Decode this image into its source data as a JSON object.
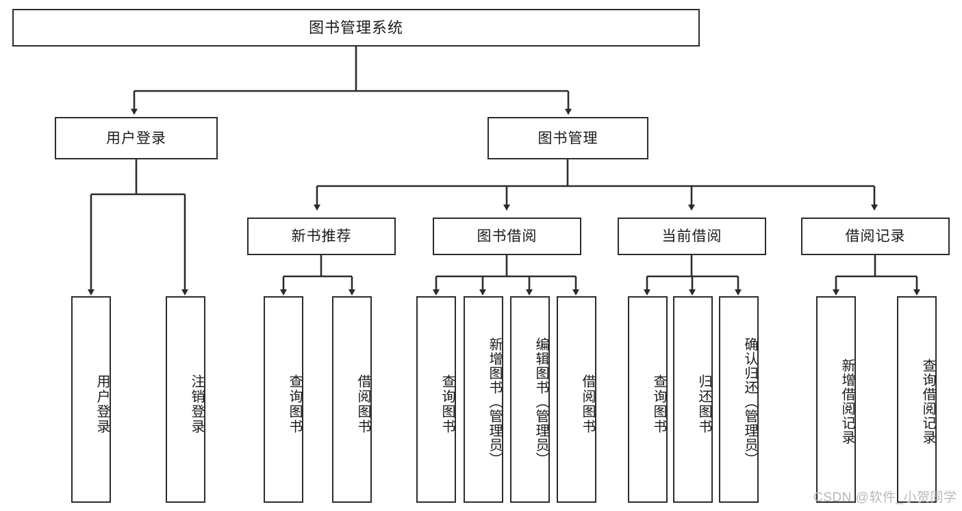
{
  "diagram": {
    "type": "tree",
    "title": "图书管理系统",
    "watermark": "CSDN @软件_小贺同学",
    "colors": {
      "background": "#ffffff",
      "box_border": "#2b2b2b",
      "box_fill": "#ffffff",
      "edge": "#2b2b2b",
      "text": "#1a1a1a",
      "watermark": "#b8b8b8"
    },
    "root": {
      "label": "图书管理系统"
    },
    "level2": [
      {
        "label": "用户登录"
      },
      {
        "label": "图书管理"
      }
    ],
    "level3": [
      {
        "label": "新书推荐"
      },
      {
        "label": "图书借阅"
      },
      {
        "label": "当前借阅"
      },
      {
        "label": "借阅记录"
      }
    ],
    "leaves": {
      "user_login": [
        {
          "label": "用户登录"
        },
        {
          "label": "注销登录"
        }
      ],
      "new_book": [
        {
          "label": "查询图书"
        },
        {
          "label": "借阅图书"
        }
      ],
      "borrow": [
        {
          "label": "查询图书"
        },
        {
          "label": "新增图书（管理员）"
        },
        {
          "label": "编辑图书（管理员）"
        },
        {
          "label": "借阅图书"
        }
      ],
      "current": [
        {
          "label": "查询图书"
        },
        {
          "label": "归还图书"
        },
        {
          "label": "确认归还（管理员）"
        }
      ],
      "records": [
        {
          "label": "新增借阅记录"
        },
        {
          "label": "查询借阅记录"
        }
      ]
    }
  }
}
